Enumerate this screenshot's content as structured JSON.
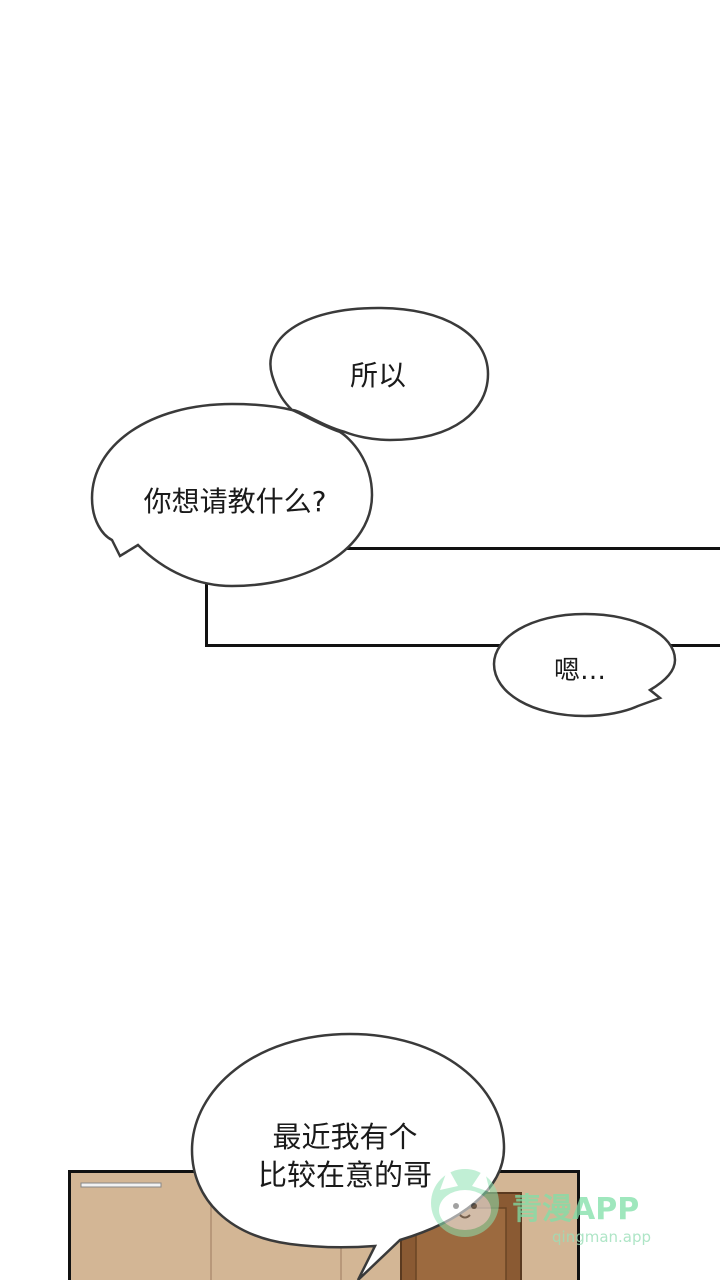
{
  "bubbles": {
    "so": "所以",
    "ask": "你想请教什么?",
    "hmm": "嗯…",
    "brother_line1": "最近我有个",
    "brother_line2": "比较在意的哥"
  },
  "watermark": {
    "brand": "青漫APP",
    "url": "qingman.app"
  },
  "colors": {
    "bubble_fill": "#ffffff",
    "bubble_stroke": "#3a3a3a",
    "watermark": "#7fe0a8"
  }
}
